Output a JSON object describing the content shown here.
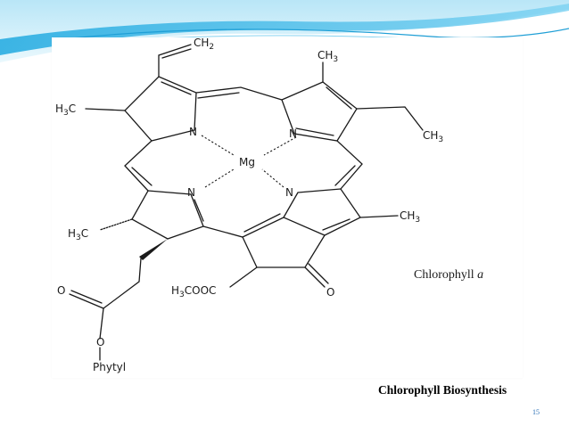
{
  "slide": {
    "title": "Chlorophyll Biosynthesis",
    "page_number": "15",
    "accent_color": "#2ab4e8",
    "banner_light_color": "#d8f1fb"
  },
  "molecule": {
    "caption": "Chlorophyll a",
    "caption_base": "Chlorophyll ",
    "caption_italic": "a",
    "labels": {
      "vinyl": "CH",
      "vinyl_sub": "2",
      "me_top_right": "CH",
      "me_top_right_sub": "3",
      "me_left": "H",
      "me_left_sub": "3",
      "me_left_c": "C",
      "ethyl_end": "CH",
      "ethyl_end_sub": "3",
      "n_ring_a": "N",
      "n_ring_b": "N",
      "n_ring_c": "N",
      "n_ring_d": "N",
      "metal": "Mg",
      "me_ring_c": "CH",
      "me_ring_c_sub": "3",
      "me_ring_d": "H",
      "me_ring_d_sub": "3",
      "me_ring_d_c": "C",
      "ester_label": "H",
      "ester_sub": "3",
      "ester_tail": "COOC",
      "keto_o": "O",
      "chain_o_top": "O",
      "chain_o_bottom": "O",
      "phytyl": "Phytyl"
    }
  }
}
